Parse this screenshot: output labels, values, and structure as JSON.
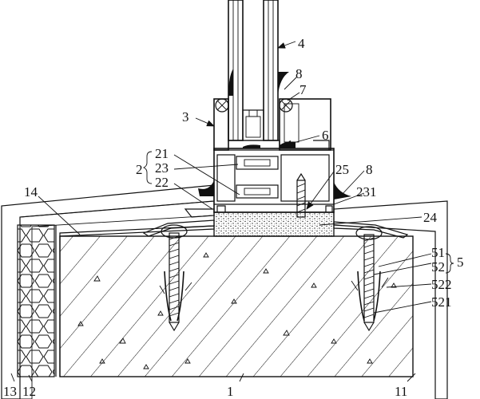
{
  "labels": {
    "l1": "1",
    "l2": "2",
    "l3": "3",
    "l4": "4",
    "l5": "5",
    "l6": "6",
    "l7": "7",
    "l8a": "8",
    "l8b": "8",
    "l11": "11",
    "l12": "12",
    "l13": "13",
    "l14": "14",
    "l21": "21",
    "l22": "22",
    "l23": "23",
    "l24": "24",
    "l25": "25",
    "l51": "51",
    "l52": "52",
    "l231": "231",
    "l521": "521",
    "l522": "522"
  }
}
